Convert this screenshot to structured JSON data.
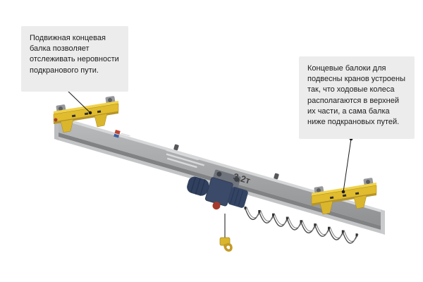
{
  "callouts": {
    "left": {
      "text": "Подвижная концевая балка позволяет отслеживать неровности подкранового пути."
    },
    "right": {
      "text": "Концевые балоки для подвесны кранов устроены так, что ходовые колеса располагаются в верхней их части, а сама балка ниже подкрановых путей."
    }
  },
  "crane": {
    "capacity_label": "3,2т"
  },
  "colors": {
    "carriage_yellow": "#e0bc2e",
    "hoist_navy": "#3b4a68",
    "beam_gray": "#a3a5a7",
    "callout_bg": "#ececec",
    "accent_red": "#a63a2c"
  }
}
